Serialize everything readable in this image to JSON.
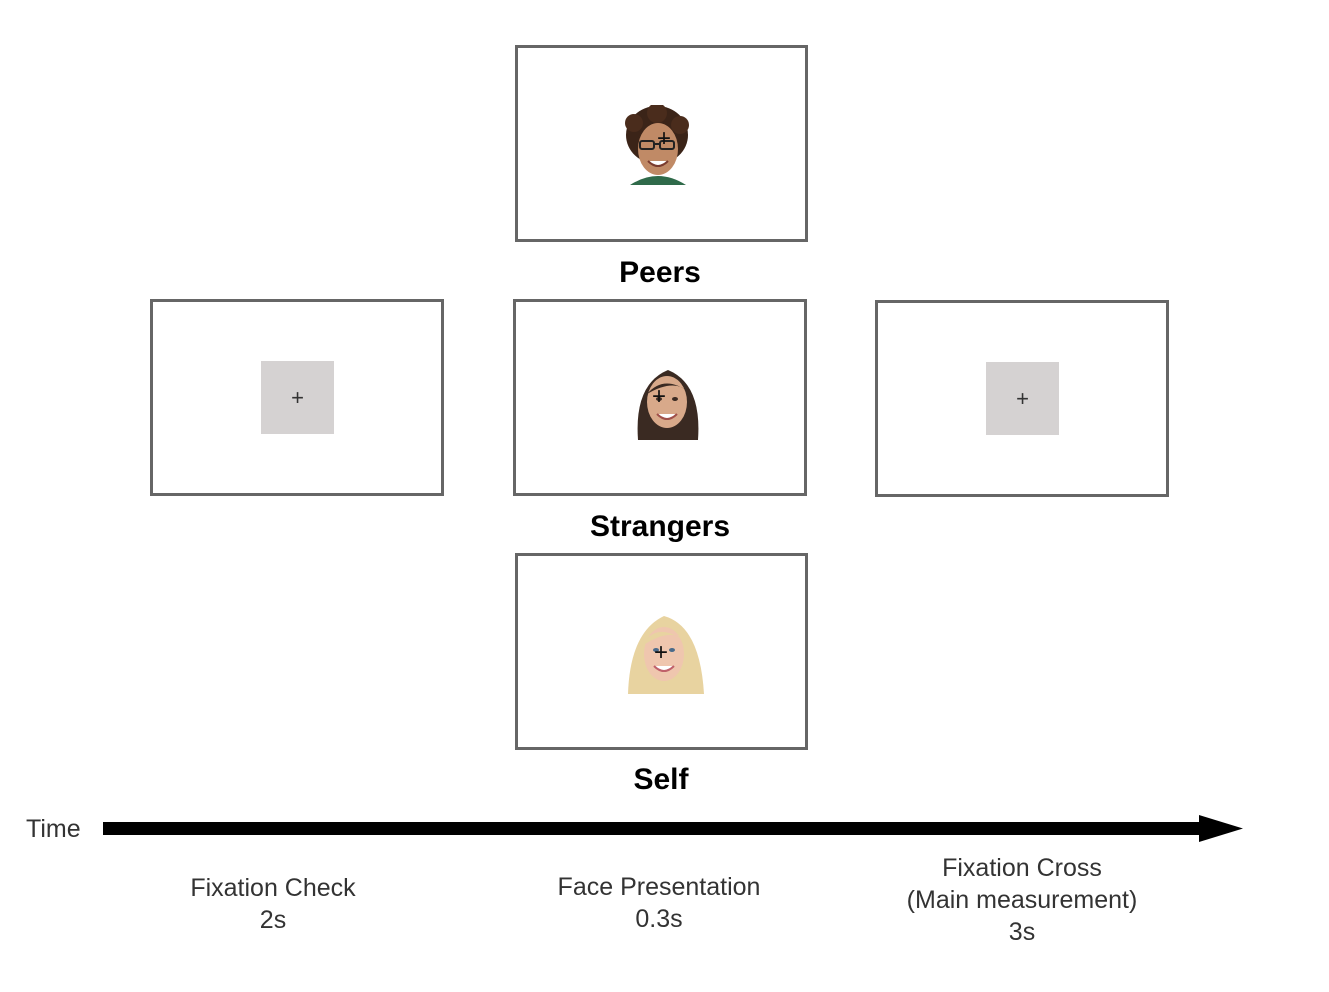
{
  "conditions": {
    "peers": "Peers",
    "strangers": "Strangers",
    "self": "Self"
  },
  "fixation_symbol": "+",
  "timeline": {
    "label": "Time"
  },
  "phases": [
    {
      "name": "Fixation Check",
      "duration": "2s"
    },
    {
      "name": "Face Presentation",
      "duration": "0.3s"
    },
    {
      "name_line1": "Fixation Cross",
      "name_line2": "(Main measurement)",
      "duration": "3s"
    }
  ],
  "colors": {
    "frame_border": "#666666",
    "fixation_square": "#d5d2d2",
    "arrow": "#000000"
  }
}
